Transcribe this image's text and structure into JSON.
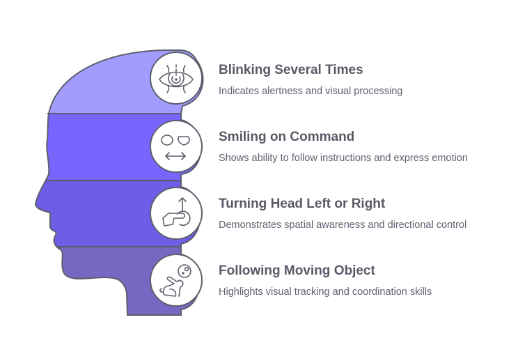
{
  "diagram": {
    "type": "head-profile-segments",
    "stroke_color": "#5c5f6b",
    "items": [
      {
        "title": "Blinking Several Times",
        "description": "Indicates alertness and visual processing",
        "icon": "eye-blink-icon",
        "color": "#a39cff"
      },
      {
        "title": "Smiling on Command",
        "description": "Shows ability to follow instructions and express emotion",
        "icon": "face-smile-arrows-icon",
        "color": "#7765fd"
      },
      {
        "title": "Turning Head Left or Right",
        "description": "Demonstrates spatial awareness and directional control",
        "icon": "hand-turn-arrow-icon",
        "color": "#6e5ee5"
      },
      {
        "title": "Following Moving Object",
        "description": "Highlights visual tracking and coordination skills",
        "icon": "rabbit-ball-icon",
        "color": "#7668c2"
      }
    ]
  }
}
